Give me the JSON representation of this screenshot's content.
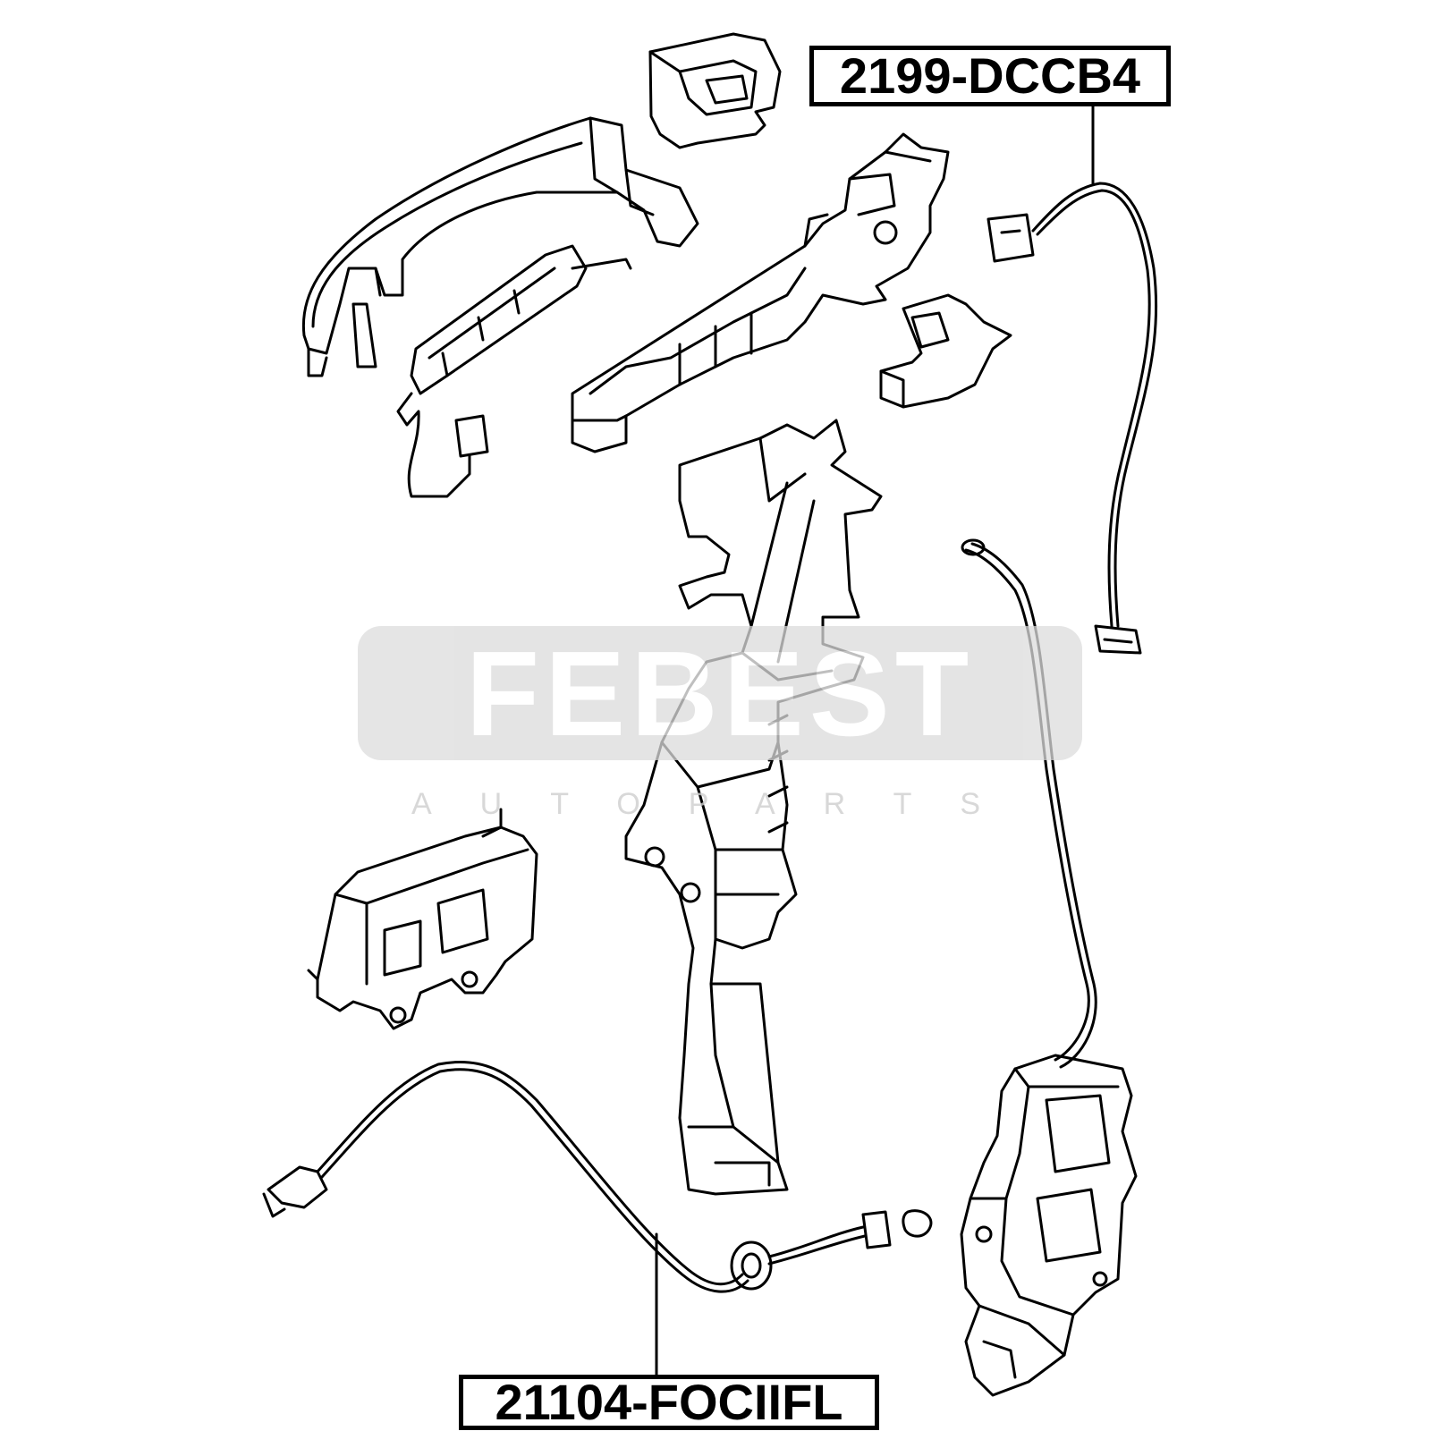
{
  "labels": {
    "top": "2199-DCCB4",
    "bottom": "21104-FOCIIFL"
  },
  "watermark": {
    "brand": "FEBEST",
    "tagline": "AUTOPARTS"
  },
  "colors": {
    "line": "#000000",
    "background": "#ffffff",
    "watermark": "#dcdcdc"
  }
}
